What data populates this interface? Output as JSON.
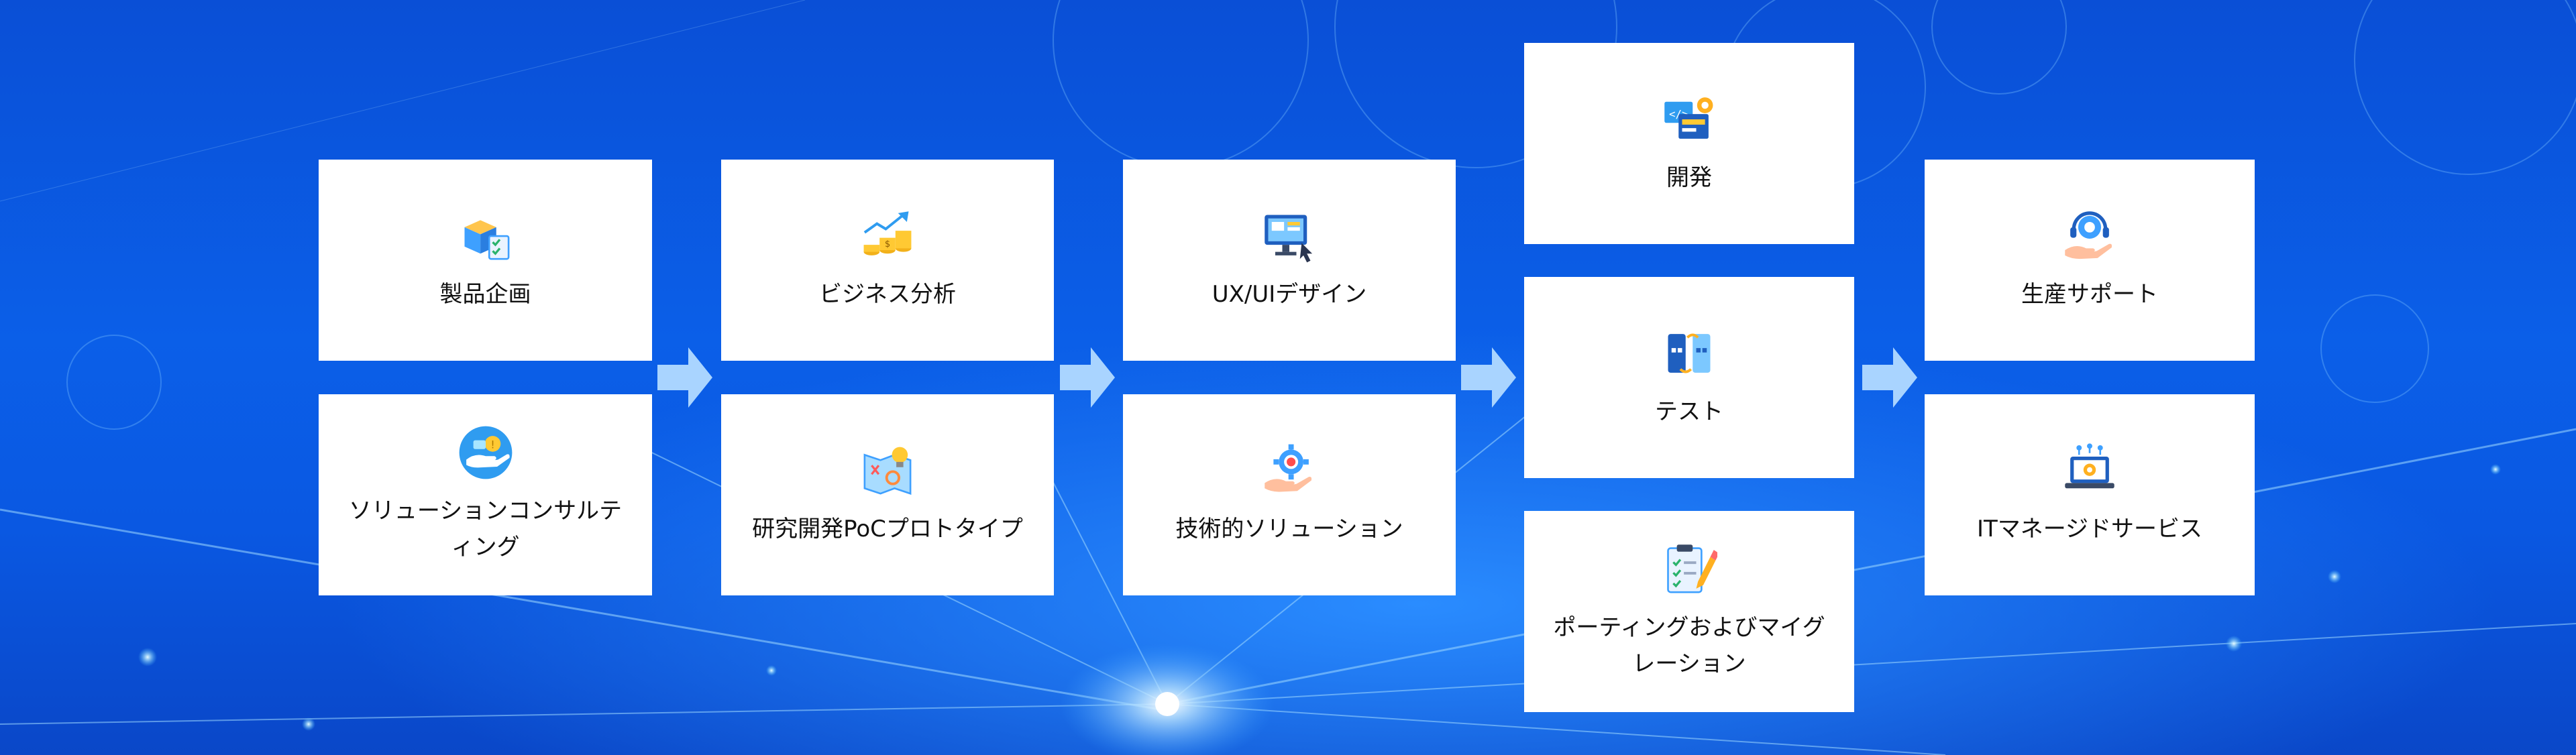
{
  "colors": {
    "background_deep": "#0a4fd6",
    "background_glow": "#2a8cff",
    "card": "#ffffff",
    "arrow": "#a9d4ff",
    "text": "#111111"
  },
  "columns": [
    {
      "cards": [
        {
          "label": "製品企画",
          "icon": "product-cube-checklist-icon"
        },
        {
          "label": "ソリューションコンサルティング",
          "icon": "hand-coin-consulting-icon"
        }
      ]
    },
    {
      "cards": [
        {
          "label": "ビジネス分析",
          "icon": "coins-growth-chart-icon"
        },
        {
          "label": "研究開発PoCプロトタイプ",
          "icon": "blueprint-lightbulb-icon"
        }
      ]
    },
    {
      "cards": [
        {
          "label": "UX/UIデザイン",
          "icon": "monitor-design-icon"
        },
        {
          "label": "技術的ソリューション",
          "icon": "hand-gear-bug-icon"
        }
      ]
    },
    {
      "cards": [
        {
          "label": "開発",
          "icon": "code-windows-gear-icon"
        },
        {
          "label": "テスト",
          "icon": "ab-test-icon"
        },
        {
          "label": "ポーティングおよびマイグレーション",
          "icon": "clipboard-pencil-icon"
        }
      ]
    },
    {
      "cards": [
        {
          "label": "生産サポート",
          "icon": "hand-headset-gear-icon"
        },
        {
          "label": "ITマネージドサービス",
          "icon": "laptop-gear-network-icon"
        }
      ]
    }
  ]
}
